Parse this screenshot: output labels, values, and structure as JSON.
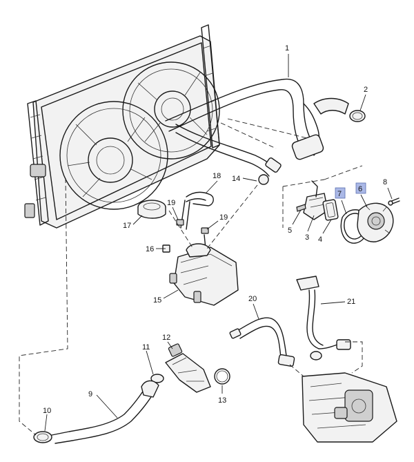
{
  "callouts": [
    {
      "id": "c1",
      "label": "1"
    },
    {
      "id": "c2",
      "label": "2"
    },
    {
      "id": "c3",
      "label": "3"
    },
    {
      "id": "c4",
      "label": "4"
    },
    {
      "id": "c5",
      "label": "5"
    },
    {
      "id": "c6",
      "label": "6",
      "highlighted": true
    },
    {
      "id": "c7",
      "label": "7",
      "highlighted": true
    },
    {
      "id": "c8",
      "label": "8"
    },
    {
      "id": "c9",
      "label": "9"
    },
    {
      "id": "c10",
      "label": "10"
    },
    {
      "id": "c11",
      "label": "11"
    },
    {
      "id": "c12",
      "label": "12"
    },
    {
      "id": "c13",
      "label": "13"
    },
    {
      "id": "c14",
      "label": "14"
    },
    {
      "id": "c15",
      "label": "15"
    },
    {
      "id": "c16",
      "label": "16"
    },
    {
      "id": "c17",
      "label": "17"
    },
    {
      "id": "c18",
      "label": "18"
    },
    {
      "id": "c19a",
      "label": "19"
    },
    {
      "id": "c19b",
      "label": "19"
    },
    {
      "id": "c20",
      "label": "20"
    },
    {
      "id": "c21",
      "label": "21"
    }
  ],
  "colors": {
    "highlight": "#aab8e6",
    "line": "#1a1a1a"
  }
}
